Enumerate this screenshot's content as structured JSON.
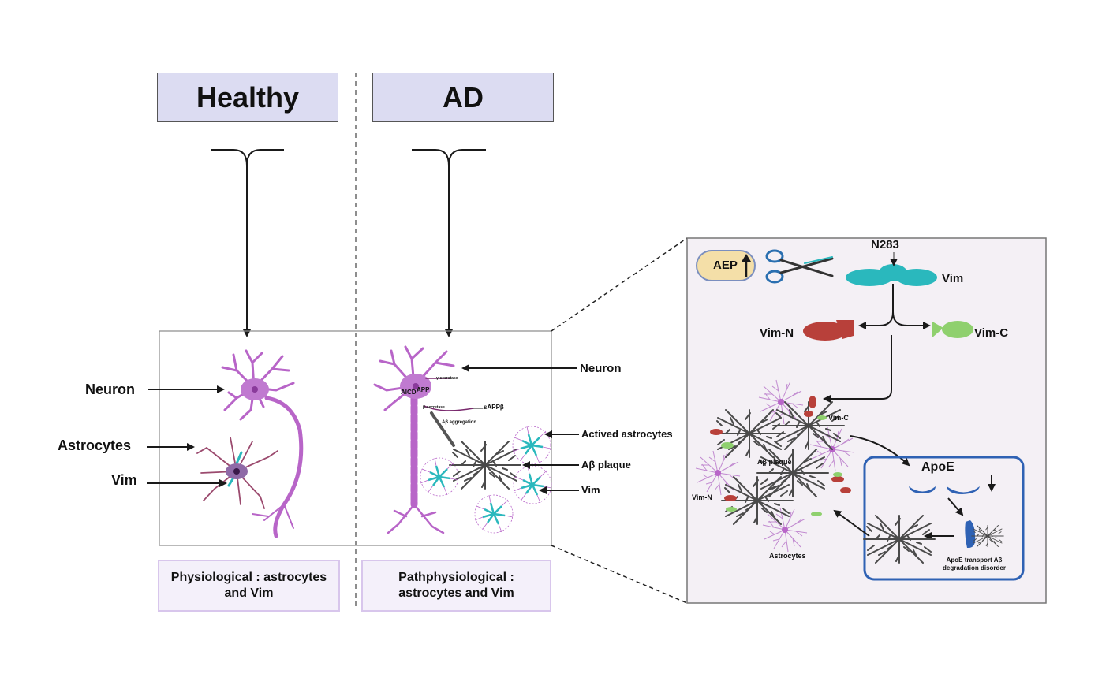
{
  "columns": {
    "healthy": {
      "title": "Healthy",
      "caption": "Physiological : astrocytes and Vim"
    },
    "ad": {
      "title": "AD",
      "caption": "Pathphysiological : astrocytes and Vim"
    }
  },
  "healthy_labels": {
    "neuron": "Neuron",
    "astrocytes": "Astrocytes",
    "vim": "Vim"
  },
  "ad_labels": {
    "neuron": "Neuron",
    "actived_astrocytes": "Actived astrocytes",
    "abeta_plaque": "Aβ plaque",
    "vim": "Vim",
    "aicd": "AICD",
    "app": "APP",
    "sappb": "sAPPβ",
    "gamma_secretase": "γ-secretase",
    "beta_secretase": "β-secretase",
    "abeta_aggregation": "Aβ aggregation"
  },
  "detail": {
    "aep": "AEP",
    "site": "N283",
    "vim": "Vim",
    "vim_n": "Vim-N",
    "vim_c": "Vim-C",
    "cluster_vim_c": "Vim-C",
    "cluster_vim_n": "Vim-N",
    "cluster_plaque": "Aβ plaque",
    "cluster_astrocytes": "Astrocytes",
    "apoe_title": "ApoE",
    "apoe_caption": "ApoE transport Aβ degradation disorder"
  },
  "colors": {
    "header_fill": "#dcdcf2",
    "caption_fill": "#f4f0fa",
    "caption_border": "#d8c6ec",
    "neuron": "#b865c8",
    "vim_teal": "#2ab8bd",
    "vim_n_red": "#b8403a",
    "vim_c_green": "#8fd06e",
    "apoe_blue": "#2f62b4",
    "panel_fill": "#f4f0f5"
  }
}
